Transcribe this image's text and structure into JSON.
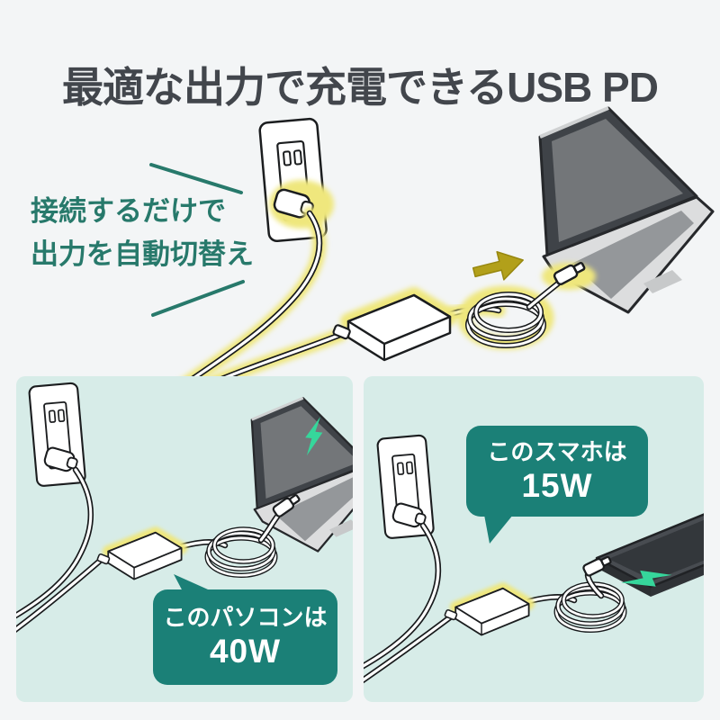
{
  "title": "最適な出力で充電できるUSB PD",
  "annotation": {
    "line1": "接続するだけで",
    "line2": "出力を自動切替え"
  },
  "panels": {
    "left": {
      "bubble_line1": "このパソコンは",
      "bubble_line2": "40W"
    },
    "right": {
      "bubble_line1": "このスマホは",
      "bubble_line2": "15W"
    }
  },
  "colors": {
    "background": "#f3f5f6",
    "panel_mint": "#d7ece8",
    "bubble_teal": "#1b8077",
    "annotation_teal": "#27796b",
    "title_dark": "#42464c",
    "glow_yellow": "#efe77d",
    "arrow_olive": "#b2a01a",
    "bolt_green": "#36d69b"
  }
}
